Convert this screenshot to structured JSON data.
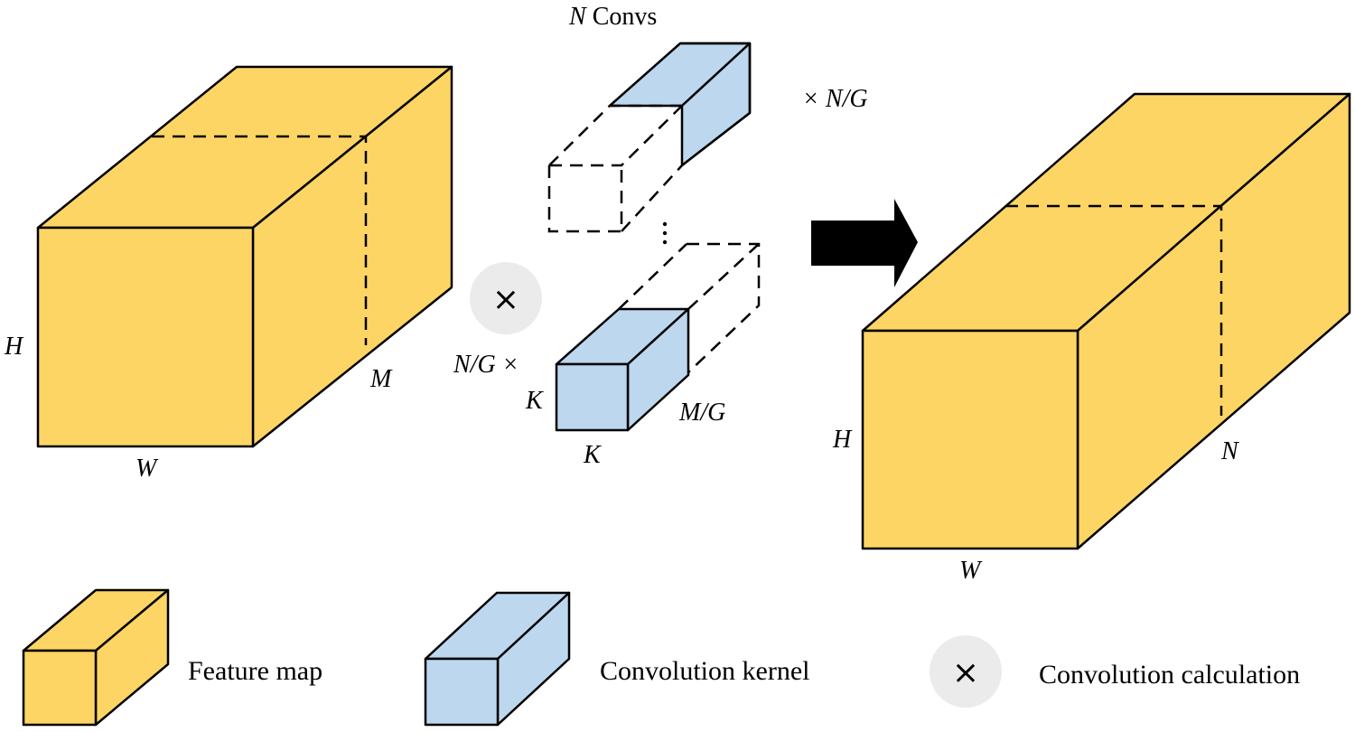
{
  "colors": {
    "feature_map_fill": "#FCD565",
    "kernel_fill": "#BDD7EE",
    "conv_symbol_bg": "#EBEBEB",
    "stroke": "#000000"
  },
  "input_map": {
    "height_label": "H",
    "width_label": "W",
    "depth_label": "M"
  },
  "kernels": {
    "title_var": "N",
    "title_text": " Convs",
    "top_count": "× N/G",
    "bottom_count": "N/G ×",
    "height_label": "K",
    "width_label": "K",
    "depth_label": "M/G"
  },
  "convolution_symbol": "×",
  "output_map": {
    "height_label": "H",
    "width_label": "W",
    "depth_label": "N"
  },
  "legend": {
    "feature_map": "Feature map",
    "kernel": "Convolution kernel",
    "calculation": "Convolution calculation"
  }
}
